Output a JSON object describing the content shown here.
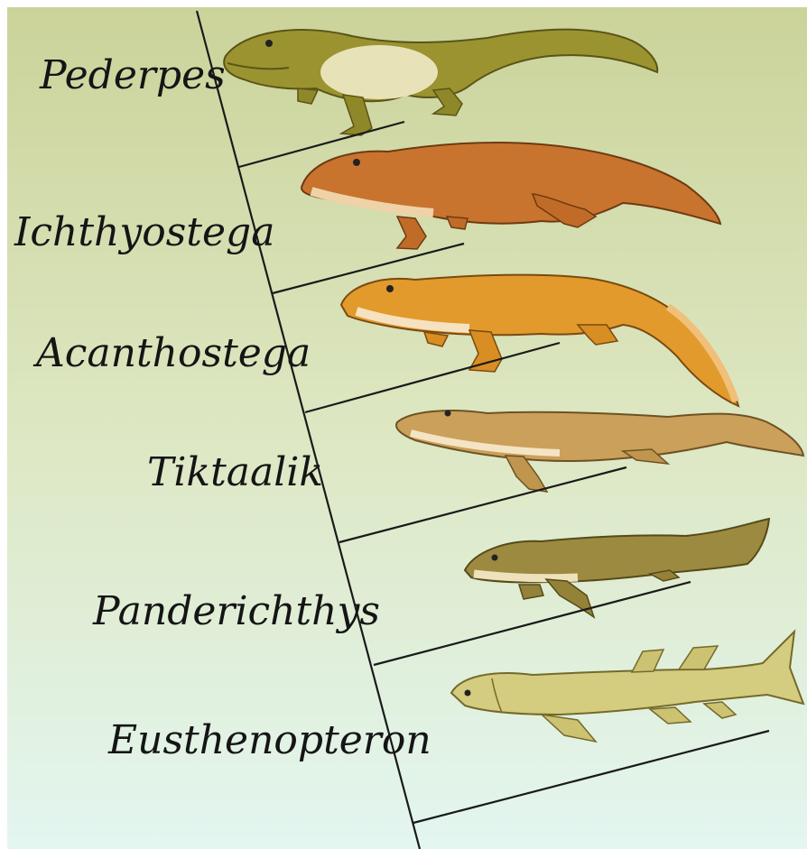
{
  "colors": {
    "background_top": "#cbd39a",
    "background_mid": "#dde7c2",
    "background_bottom": "#e3f6f0",
    "branch_line": "#1a1a1a"
  },
  "taxa": [
    {
      "name": "Pederpes",
      "depiction": "early four-legged tetrapod, olive green"
    },
    {
      "name": "Ichthyostega",
      "depiction": "tetrapod with paddle tail, rust orange"
    },
    {
      "name": "Acanthostega",
      "depiction": "tetrapod with finned tail, orange"
    },
    {
      "name": "Tiktaalik",
      "depiction": "flat-headed fish with limb-like fins, tan"
    },
    {
      "name": "Panderichthys",
      "depiction": "lobe-finned fish, olive brown"
    },
    {
      "name": "Eusthenopteron",
      "depiction": "lobe-finned fish, pale yellow-green"
    }
  ]
}
